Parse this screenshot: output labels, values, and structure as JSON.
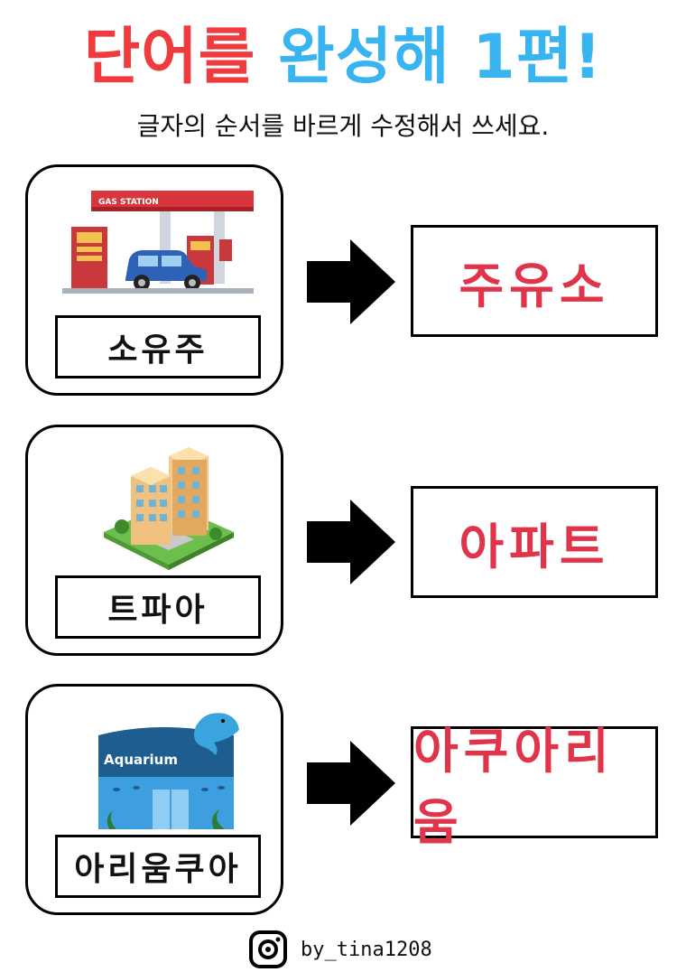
{
  "header": {
    "title_part1": "단어를",
    "title_part2": "완성해 1편!",
    "instruction": "글자의 순서를 바르게 수정해서 쓰세요."
  },
  "items": [
    {
      "scrambled": "소유주",
      "answer": "주유소",
      "picture_label": "GAS STATION"
    },
    {
      "scrambled": "트파아",
      "answer": "아파트"
    },
    {
      "scrambled": "아리움쿠아",
      "answer": "아쿠아리움",
      "picture_label": "Aquarium"
    }
  ],
  "footer": {
    "handle": "by_tina1208",
    "icon": "instagram-icon"
  },
  "colors": {
    "title_red": "#ef3a3e",
    "title_blue": "#38b4f0",
    "answer": "#e0344a"
  }
}
